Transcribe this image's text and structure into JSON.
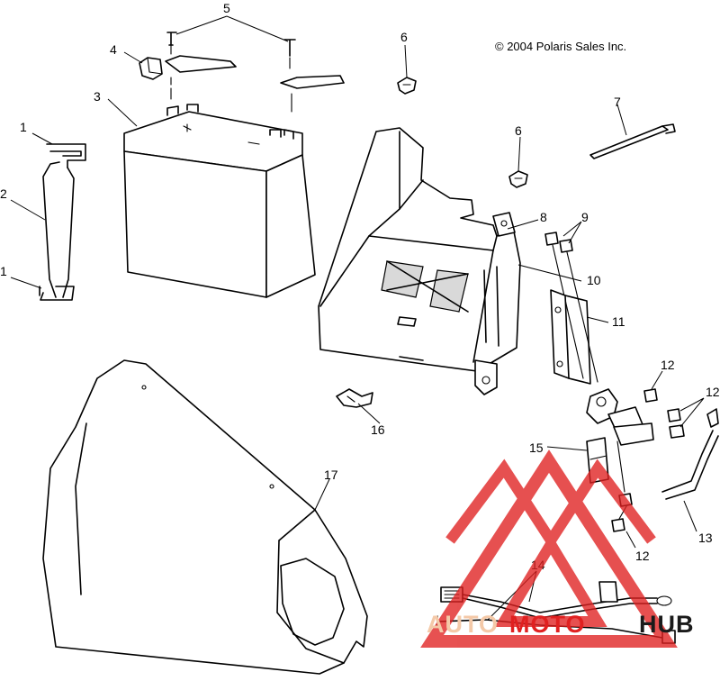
{
  "copyright": "© 2004 Polaris Sales Inc.",
  "callouts": {
    "c1a": "1",
    "c1b": "1",
    "c2": "2",
    "c3": "3",
    "c4": "4",
    "c5": "5",
    "c6a": "6",
    "c6b": "6",
    "c7": "7",
    "c8": "8",
    "c9": "9",
    "c10": "10",
    "c11": "11",
    "c12a": "12",
    "c12b": "12",
    "c12c": "12",
    "c13": "13",
    "c14": "14",
    "c15": "15",
    "c16": "16",
    "c17": "17"
  },
  "watermark": {
    "part1": "AUTO",
    "part2": "MOTO",
    "part3": "HUB",
    "color_light": "#f4c9a8",
    "color_red": "#e02020",
    "color_dark": "#1a1a1a"
  }
}
